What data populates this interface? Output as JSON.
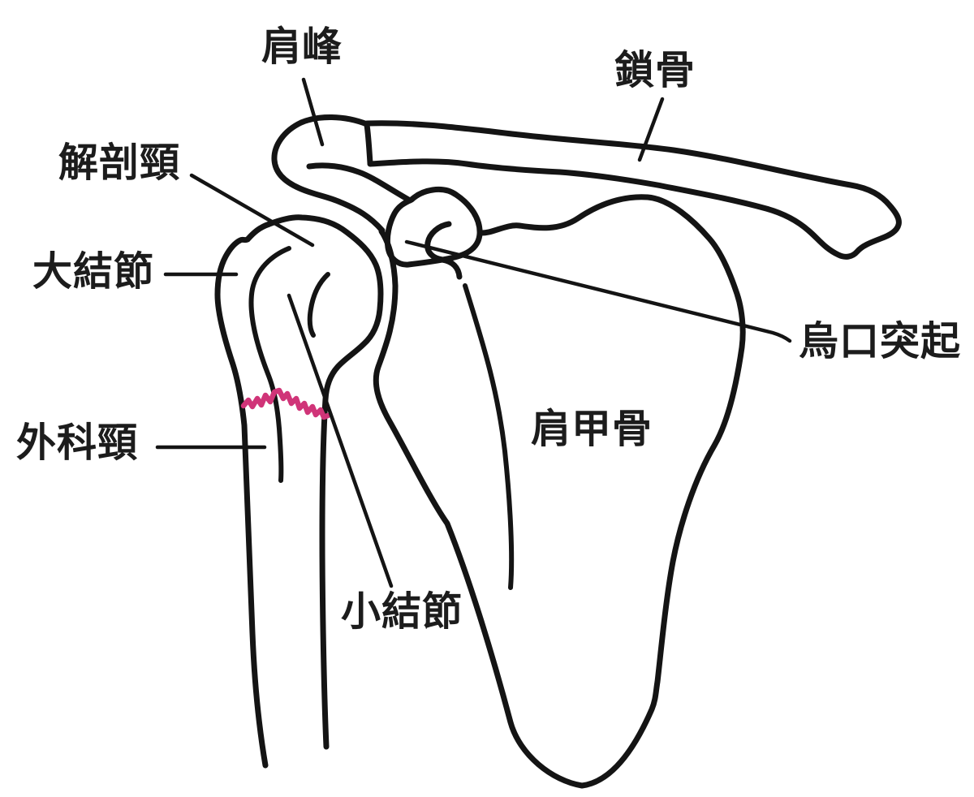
{
  "figure": {
    "background_color": "#ffffff",
    "outline_color": "#141414",
    "fracture_color": "#d03478",
    "labels": [
      {
        "id": "acromion",
        "text": "肩峰"
      },
      {
        "id": "clavicle",
        "text": "鎖骨"
      },
      {
        "id": "anatomical-neck",
        "text": "解剖頸"
      },
      {
        "id": "greater-tubercle",
        "text": "大結節"
      },
      {
        "id": "surgical-neck",
        "text": "外科頸"
      },
      {
        "id": "lesser-tubercle",
        "text": "小結節"
      },
      {
        "id": "coracoid-process",
        "text": "烏口突起"
      },
      {
        "id": "scapula",
        "text": "肩甲骨"
      }
    ]
  }
}
